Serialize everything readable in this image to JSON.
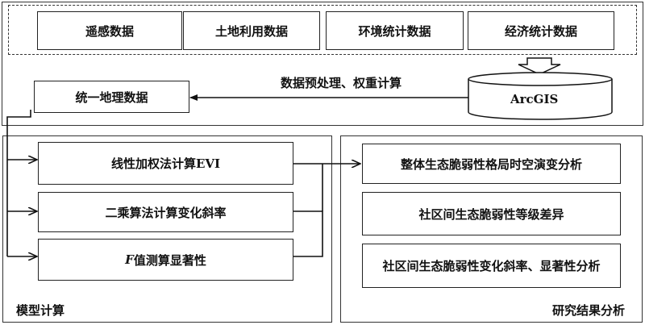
{
  "data_sources": [
    "遥感数据",
    "土地利用数据",
    "环境统计数据",
    "经济统计数据"
  ],
  "arcgis_label": "ArcGIS",
  "preprocess_label": "数据预处理、权重计算",
  "unified_label": "统一地理数据",
  "model": {
    "title": "模型计算",
    "steps": {
      "evi": "线性加权法计算EVI",
      "slope": "二乘算法计算变化斜率",
      "f_prefix": "F",
      "f_rest": "值测算显著性"
    }
  },
  "results": {
    "title": "研究结果分析",
    "items": [
      "整体生态脆弱性格局时空演变分析",
      "社区间生态脆弱性等级差异",
      "社区间生态脆弱性变化斜率、显著性分析"
    ]
  }
}
